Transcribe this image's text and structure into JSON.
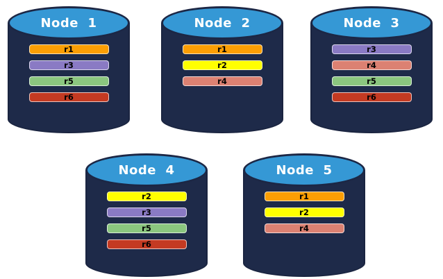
{
  "diagram": {
    "description": "Five database nodes with replica distribution",
    "background": "#FFFFFF",
    "cylinder": {
      "body_color": "#1E2A49",
      "top_color": "#3598D5",
      "outline_color": "#1C2745",
      "label_color": "#FFFFFF",
      "bar_text_color": "#000000"
    },
    "replica_colors": {
      "r1": "#FB9E04",
      "r2": "#FFFF00",
      "r3": "#8A7AC4",
      "r4": "#DC8172",
      "r5": "#8BC67F",
      "r6": "#C43A22"
    },
    "nodes": [
      {
        "label": "Node  1",
        "replicas": [
          "r1",
          "r3",
          "r5",
          "r6"
        ]
      },
      {
        "label": "Node  2",
        "replicas": [
          "r1",
          "r2",
          "r4"
        ]
      },
      {
        "label": "Node  3",
        "replicas": [
          "r3",
          "r4",
          "r5",
          "r6"
        ]
      },
      {
        "label": "Node  4",
        "replicas": [
          "r2",
          "r3",
          "r5",
          "r6"
        ]
      },
      {
        "label": "Node  5",
        "replicas": [
          "r1",
          "r2",
          "r4"
        ]
      }
    ]
  }
}
